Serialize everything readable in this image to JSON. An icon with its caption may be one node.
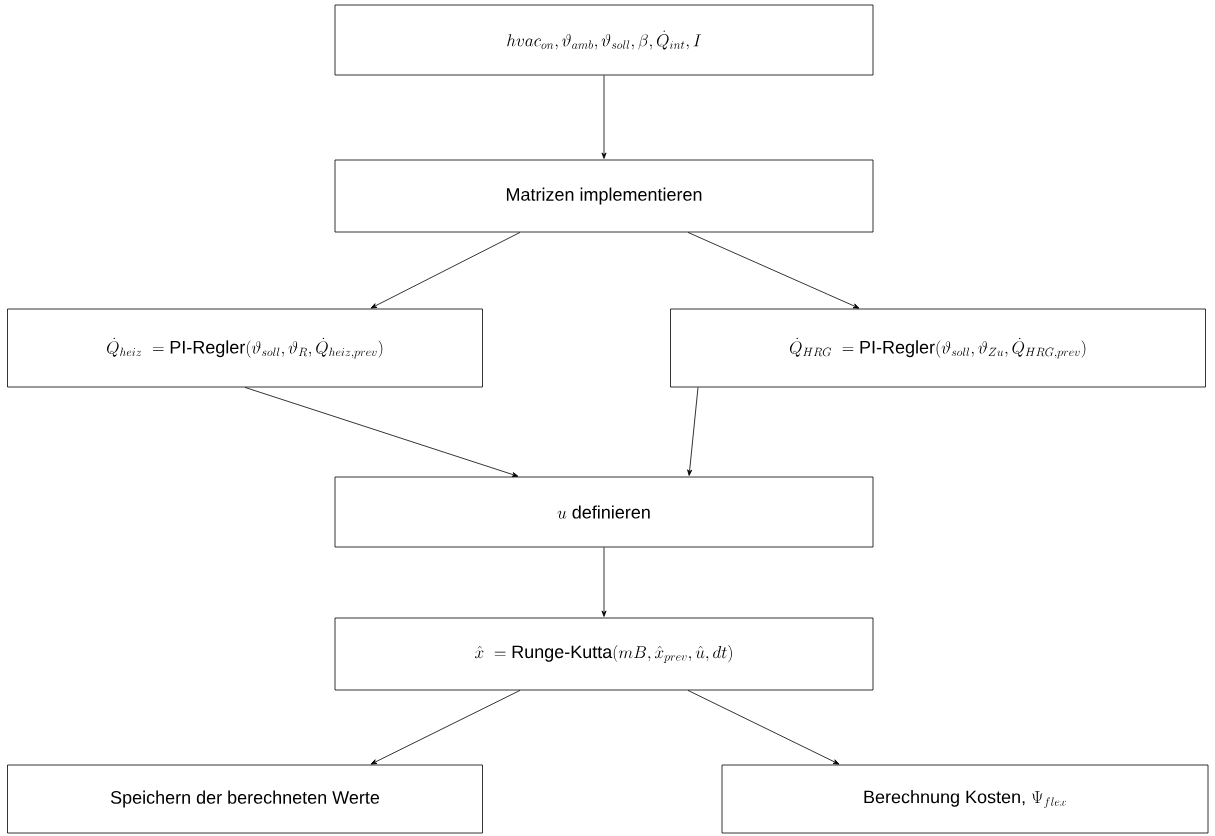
{
  "diagram": {
    "nodes": [
      {
        "text": [
          "hvac_{on}, \\vartheta_{amb}, \\vartheta_{soll}, \\beta, \\dot{Q}_{int}, I"
        ]
      },
      {
        "text": [
          "\\text{Matrizen implementieren}"
        ]
      },
      {
        "text": [
          "\\dot{Q}_{heiz}\\ =\\text{PI-Regler}(\\vartheta_{soll}, \\vartheta_{R}, \\dot{Q}_{heiz,prev})"
        ]
      },
      {
        "text": [
          "\\dot{Q}_{HRG}\\ =\\text{PI-Regler}(\\vartheta_{soll}, \\vartheta_{Zu}, \\dot{Q}_{HRG,prev})"
        ]
      },
      {
        "text": [
          "u\\text{ definieren}"
        ]
      },
      {
        "text": [
          "\\hat{x}\\ =\\text{Runge-Kutta}(mB, \\hat{x}_{prev}, \\hat{u}, dt)"
        ]
      },
      {
        "text": [
          "\\text{Speichern der berechneten Werte}"
        ]
      },
      {
        "text": [
          "\\text{Berechnung Kosten, }\\Psi_{flex}"
        ]
      }
    ],
    "edges": [
      {
        "from": 0,
        "to": 1,
        "arrow": "to"
      },
      {
        "from": 1,
        "to": 2,
        "arrow": "to"
      },
      {
        "from": 1,
        "to": 3,
        "arrow": "to"
      },
      {
        "from": 2,
        "to": 4,
        "arrow": "to"
      },
      {
        "from": 3,
        "to": 4,
        "arrow": "to"
      },
      {
        "from": 4,
        "to": 5,
        "arrow": "to"
      },
      {
        "from": 5,
        "to": 6,
        "arrow": "to"
      },
      {
        "from": 5,
        "to": 7,
        "arrow": "to"
      }
    ]
  }
}
